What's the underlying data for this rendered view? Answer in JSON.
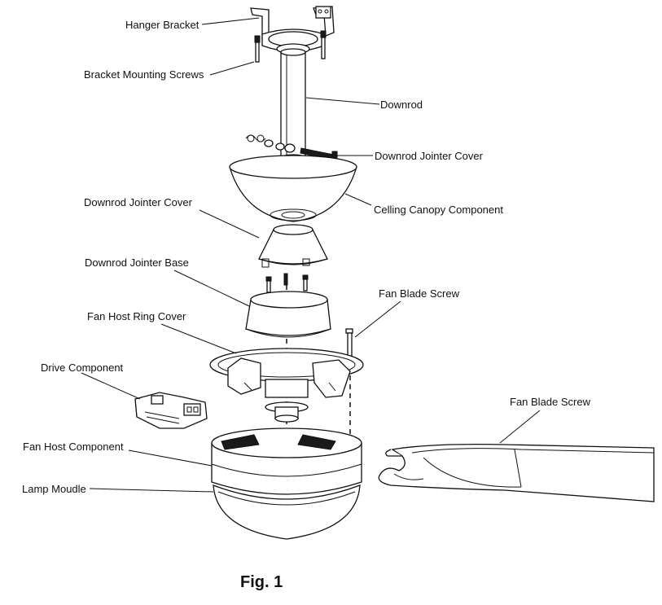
{
  "labels": {
    "hanger_bracket": "Hanger Bracket",
    "bracket_mounting_screws": "Bracket Mounting Screws",
    "downrod": "Downrod",
    "downrod_jointer_cover_right": "Downrod Jointer Cover",
    "celling_canopy_component": "Celling Canopy Component",
    "downrod_jointer_cover_left": "Downrod Jointer Cover",
    "downrod_jointer_base": "Downrod Jointer Base",
    "fan_blade_screw_upper": "Fan Blade Screw",
    "fan_host_ring_cover": "Fan Host Ring Cover",
    "drive_component": "Drive Component",
    "fan_blade_screw_lower": "Fan Blade Screw",
    "fan_host_component": "Fan Host Component",
    "lamp_moudle": "Lamp Moudle"
  },
  "caption": "Fig. 1"
}
